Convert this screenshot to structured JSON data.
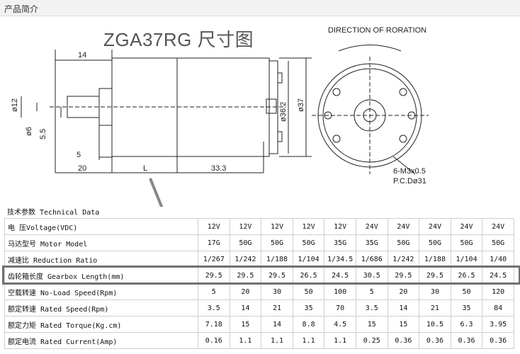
{
  "header": {
    "title": "产品简介"
  },
  "drawing": {
    "title": "ZGA37RG 尺寸图",
    "direction_label": "DIRECTION OF RORATION",
    "dims": {
      "d14": "14",
      "d12": "ø12",
      "d6": "ø6",
      "d55": "5.5",
      "d5": "5",
      "d20": "20",
      "L": "L",
      "d333": "33.3",
      "d362": "ø36.2",
      "d37": "ø37",
      "screw": "6-M3x0.5",
      "pcd": "P.C.Dø31"
    }
  },
  "specs": {
    "section_label": "技术参数 Technical Data",
    "rows": [
      {
        "label": "电 压Voltage(VDC)",
        "values": [
          "12V",
          "12V",
          "12V",
          "12V",
          "12V",
          "24V",
          "24V",
          "24V",
          "24V",
          "24V"
        ]
      },
      {
        "label": "马达型号 Motor Model",
        "values": [
          "17G",
          "50G",
          "50G",
          "50G",
          "35G",
          "35G",
          "50G",
          "50G",
          "50G",
          "50G"
        ]
      },
      {
        "label": "减速比 Reduction Ratio",
        "values": [
          "1/267",
          "1/242",
          "1/188",
          "1/104",
          "1/34.5",
          "1/686",
          "1/242",
          "1/188",
          "1/104",
          "1/40"
        ]
      },
      {
        "label": "齿轮箱长度 Gearbox Length(mm)",
        "values": [
          "29.5",
          "29.5",
          "29.5",
          "26.5",
          "24.5",
          "30.5",
          "29.5",
          "29.5",
          "26.5",
          "24.5"
        ]
      },
      {
        "label": "空载转速 No-Load Speed(Rpm)",
        "values": [
          "5",
          "20",
          "30",
          "50",
          "100",
          "5",
          "20",
          "30",
          "50",
          "120"
        ]
      },
      {
        "label": "额定转速 Rated Speed(Rpm)",
        "values": [
          "3.5",
          "14",
          "21",
          "35",
          "70",
          "3.5",
          "14",
          "21",
          "35",
          "84"
        ]
      },
      {
        "label": "额定力矩 Rated Torque(Kg.cm)",
        "values": [
          "7.18",
          "15",
          "14",
          "8.8",
          "4.5",
          "15",
          "15",
          "10.5",
          "6.3",
          "3.95"
        ]
      },
      {
        "label": "额定电流 Rated Current(Amp)",
        "values": [
          "0.16",
          "1.1",
          "1.1",
          "1.1",
          "1.1",
          "0.25",
          "0.36",
          "0.36",
          "0.36",
          "0.36"
        ]
      }
    ]
  },
  "colors": {
    "highlight": "#707070",
    "line": "#222222",
    "grid": "#cfcfcf"
  }
}
